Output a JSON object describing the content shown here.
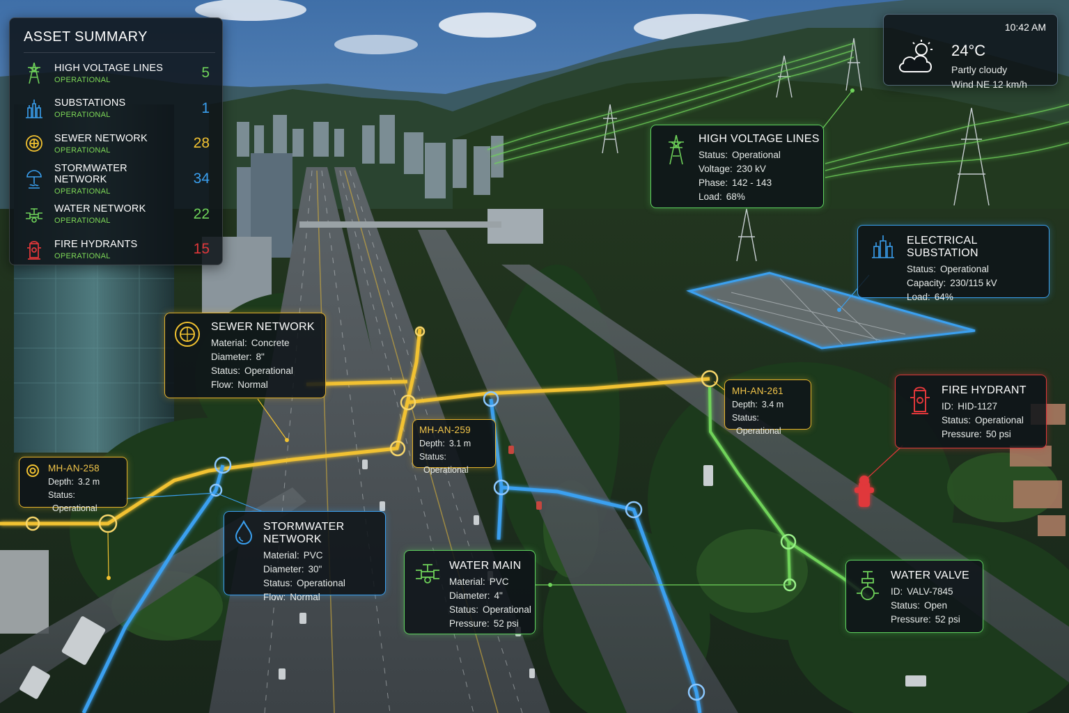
{
  "summary": {
    "title": "ASSET SUMMARY",
    "items": [
      {
        "name": "HIGH VOLTAGE LINES",
        "status": "OPERATIONAL",
        "count": "5",
        "color": "#6fd35a",
        "icon": "power-tower-icon"
      },
      {
        "name": "SUBSTATIONS",
        "status": "OPERATIONAL",
        "count": "1",
        "color": "#3aa0f0",
        "icon": "substation-icon"
      },
      {
        "name": "SEWER NETWORK",
        "status": "OPERATIONAL",
        "count": "28",
        "color": "#f2c231",
        "icon": "sewer-icon"
      },
      {
        "name": "STORMWATER NETWORK",
        "status": "OPERATIONAL",
        "count": "34",
        "color": "#3aa0f0",
        "icon": "stormwater-icon"
      },
      {
        "name": "WATER NETWORK",
        "status": "OPERATIONAL",
        "count": "22",
        "color": "#6fd35a",
        "icon": "water-valve-icon"
      },
      {
        "name": "FIRE HYDRANTS",
        "status": "OPERATIONAL",
        "count": "15",
        "color": "#e0373a",
        "icon": "hydrant-icon"
      }
    ]
  },
  "weather": {
    "time": "10:42 AM",
    "temp": "24°C",
    "condition": "Partly cloudy",
    "wind": "Wind NE 12 km/h"
  },
  "hv": {
    "title": "HIGH VOLTAGE LINES",
    "rows": [
      {
        "k": "Status:",
        "v": "Operational"
      },
      {
        "k": "Voltage:",
        "v": "230 kV"
      },
      {
        "k": "Phase:",
        "v": "142 - 143"
      },
      {
        "k": "Load:",
        "v": "68%"
      }
    ]
  },
  "substation": {
    "title": "ELECTRICAL SUBSTATION",
    "rows": [
      {
        "k": "Status:",
        "v": "Operational"
      },
      {
        "k": "Capacity:",
        "v": "230/115 kV"
      },
      {
        "k": "Load:",
        "v": "64%"
      }
    ]
  },
  "sewer": {
    "title": "SEWER NETWORK",
    "rows": [
      {
        "k": "Material:",
        "v": "Concrete"
      },
      {
        "k": "Diameter:",
        "v": "8\""
      },
      {
        "k": "Status:",
        "v": "Operational"
      },
      {
        "k": "Flow:",
        "v": "Normal"
      }
    ]
  },
  "mh261": {
    "title": "MH-AN-261",
    "rows": [
      {
        "k": "Depth:",
        "v": "3.4 m"
      },
      {
        "k": "Status:",
        "v": "Operational"
      }
    ]
  },
  "mh259": {
    "title": "MH-AN-259",
    "rows": [
      {
        "k": "Depth:",
        "v": "3.1 m"
      },
      {
        "k": "Status:",
        "v": "Operational"
      }
    ]
  },
  "mh258": {
    "title": "MH-AN-258",
    "rows": [
      {
        "k": "Depth:",
        "v": "3.2 m"
      },
      {
        "k": "Status:",
        "v": "Operational"
      }
    ]
  },
  "hydrant": {
    "title": "FIRE HYDRANT",
    "rows": [
      {
        "k": "ID:",
        "v": "HID-1127"
      },
      {
        "k": "Status:",
        "v": "Operational"
      },
      {
        "k": "Pressure:",
        "v": "50 psi"
      }
    ]
  },
  "storm": {
    "title": "STORMWATER NETWORK",
    "rows": [
      {
        "k": "Material:",
        "v": "PVC"
      },
      {
        "k": "Diameter:",
        "v": "30\""
      },
      {
        "k": "Status:",
        "v": "Operational"
      },
      {
        "k": "Flow:",
        "v": "Normal"
      }
    ]
  },
  "watermain": {
    "title": "WATER MAIN",
    "rows": [
      {
        "k": "Material:",
        "v": "PVC"
      },
      {
        "k": "Diameter:",
        "v": "4\""
      },
      {
        "k": "Status:",
        "v": "Operational"
      },
      {
        "k": "Pressure:",
        "v": "52 psi"
      }
    ]
  },
  "valve": {
    "title": "WATER VALVE",
    "rows": [
      {
        "k": "ID:",
        "v": "VALV-7845"
      },
      {
        "k": "Status:",
        "v": "Open"
      },
      {
        "k": "Pressure:",
        "v": "52 psi"
      }
    ]
  },
  "colors": {
    "electric": "#6fd35a",
    "substation": "#3aa0f0",
    "sewer": "#f2c231",
    "stormwater": "#3aa0f0",
    "water": "#6fd35a",
    "hydrant": "#e0373a"
  }
}
